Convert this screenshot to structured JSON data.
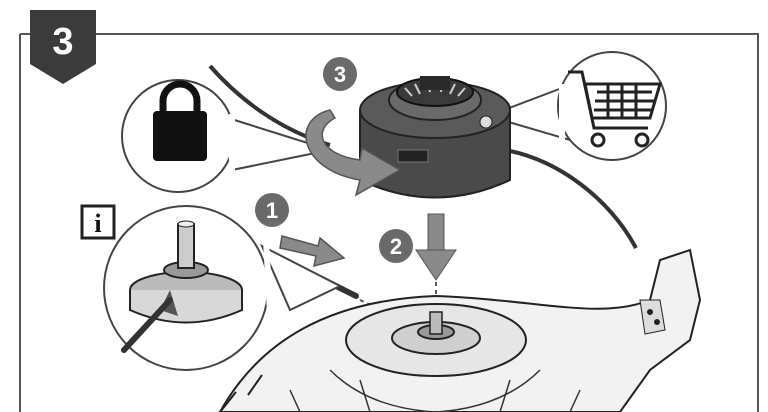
{
  "figure": {
    "step_badge": "3",
    "info_badge": "i",
    "callouts": [
      {
        "label": "1"
      },
      {
        "label": "2"
      },
      {
        "label": "3"
      }
    ],
    "icons": {
      "lock": "lock-icon",
      "cart": "shopping-cart-icon",
      "info": "info-icon"
    },
    "colors": {
      "badge": "#3b3b3b",
      "callout": "#6a6a6a",
      "arrow": "#8a8a8a",
      "line": "#222222",
      "spool": "#4a4a4a"
    }
  }
}
